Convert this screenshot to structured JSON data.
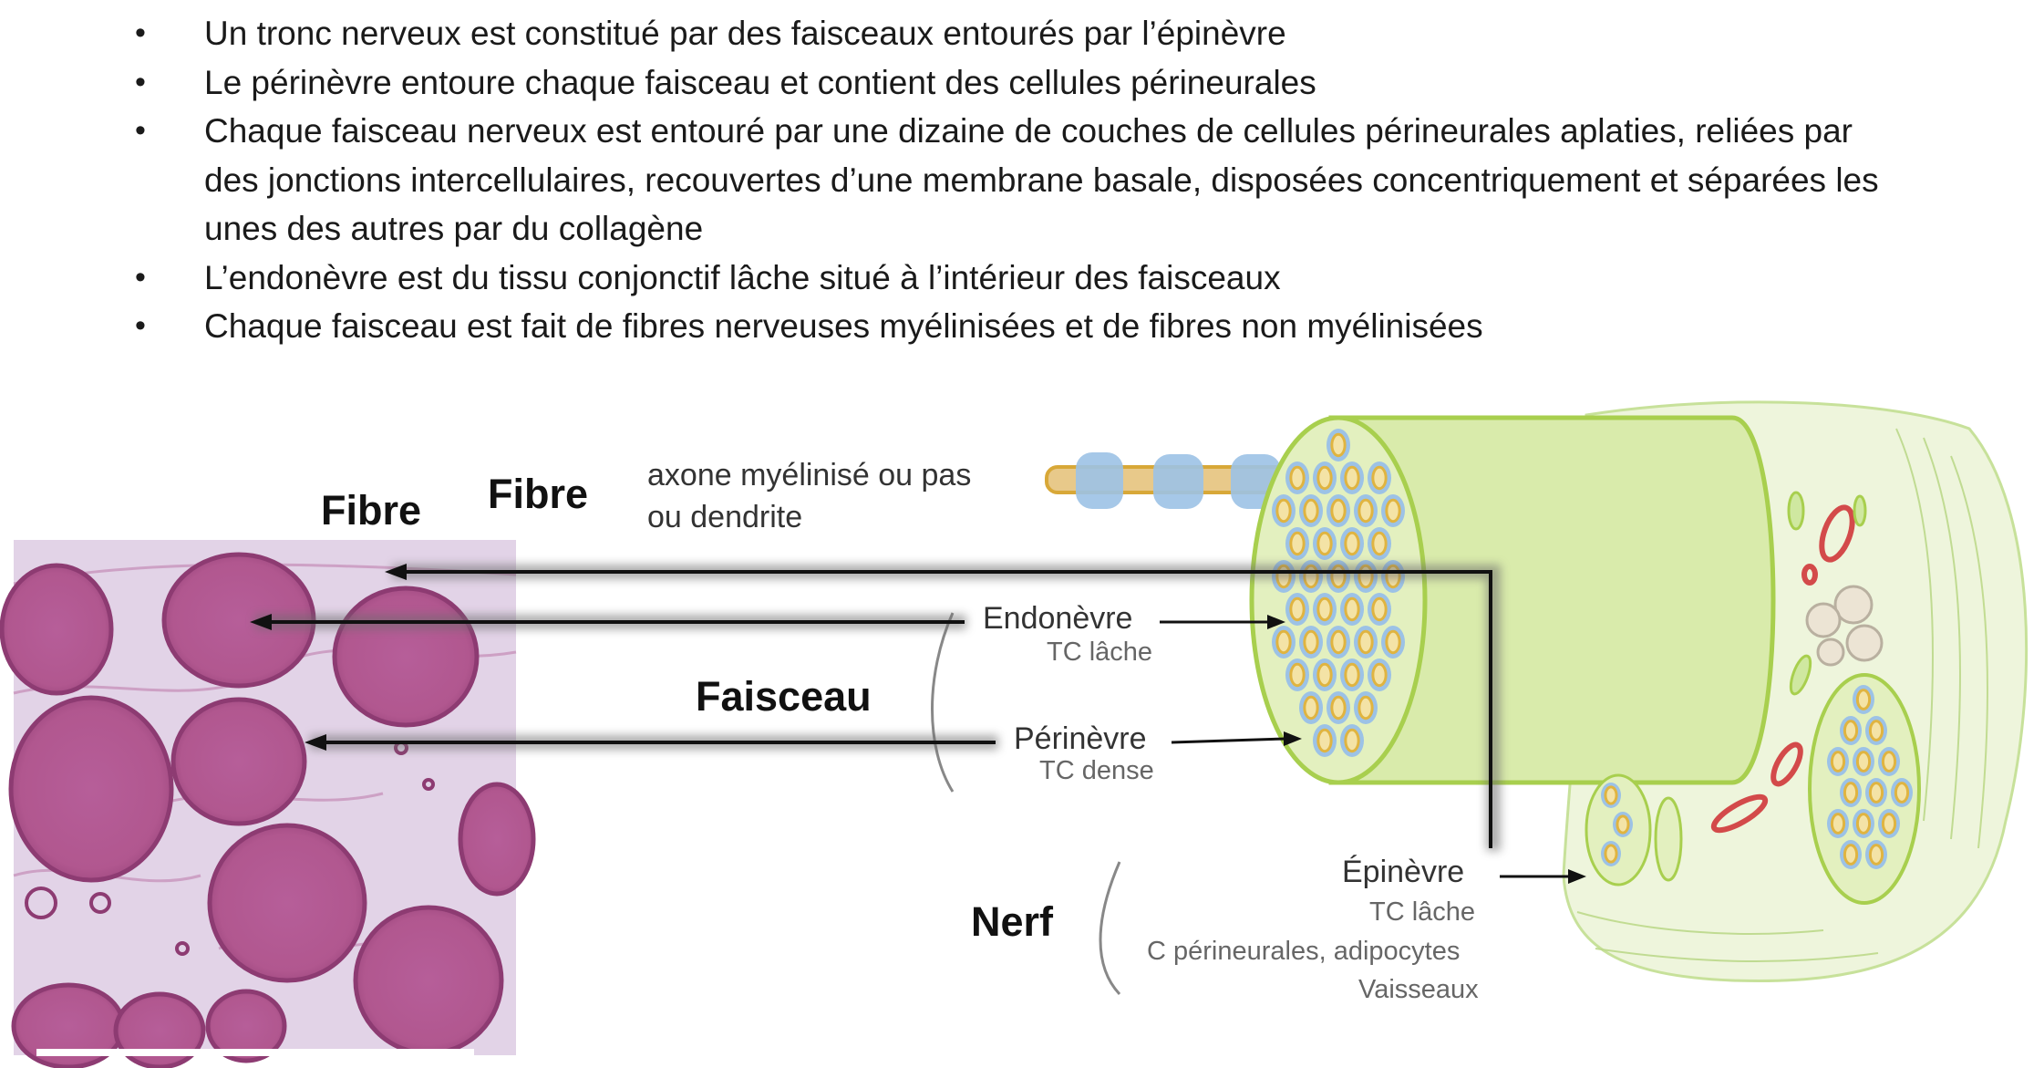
{
  "bullets": [
    "Un tronc nerveux est constitué par des faisceaux entourés par  l’épinèvre",
    "Le périnèvre entoure chaque faisceau et contient des cellules  périneurales",
    "Chaque faisceau nerveux est entouré par une dizaine de couches de cellules périneurales aplaties, reliées par des  jonctions  intercellulaires, recouvertes d’une membrane basale, disposées concentriquement et séparées les unes des autres par du  collagène",
    "L’endonèvre est du tissu conjonctif lâche situé à l’intérieur des faisceaux",
    "Chaque faisceau est fait de fibres nerveuses myélinisées et de fibres non  myélinisées"
  ],
  "labels": {
    "fibre_left": "Fibre",
    "fibre_right": "Fibre",
    "axone_line1": "axone myélinisé ou pas",
    "axone_line2": "ou dendrite",
    "faisceau": "Faisceau",
    "endonevre": "Endonèvre",
    "endonevre_sub": "TC lâche",
    "perinevre": "Périnèvre",
    "perinevre_sub": "TC dense",
    "nerf": "Nerf",
    "epinevre": "Épinèvre",
    "epinevre_sub1": "TC lâche",
    "epinevre_sub2": "C périneurales, adipocytes",
    "epinevre_sub3": "Vaisseaux"
  },
  "colors": {
    "tissue_pink": "#b9609a",
    "tissue_bg": "#d9c9e0",
    "nerve_green": "#d7eaa6",
    "nerve_outline": "#a8cf4e",
    "axon_yellow": "#e8c24a",
    "myelin_blue": "#8fb8dc",
    "vessel_red": "#d34a4a"
  }
}
